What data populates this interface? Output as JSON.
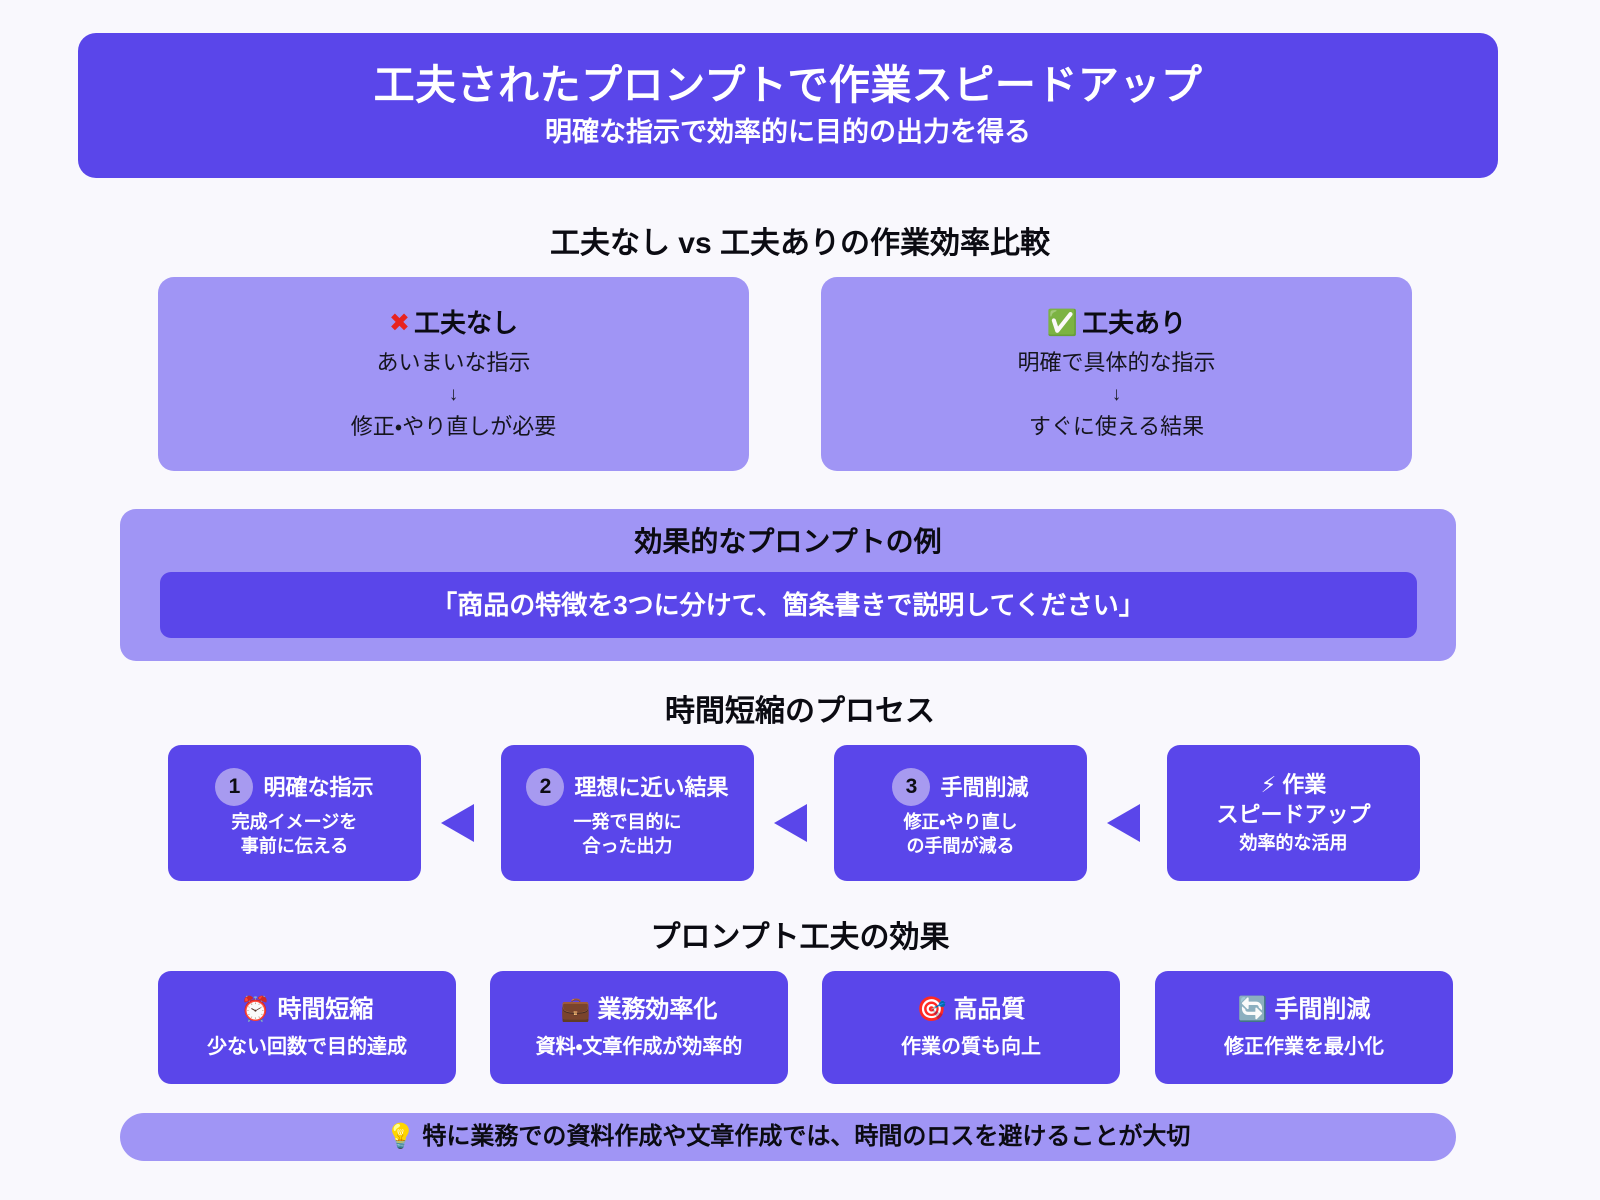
{
  "colors": {
    "background": "#f9f8fd",
    "primary_purple": "#5a46ea",
    "light_purple": "#a095f5",
    "circle_purple": "#a79af0",
    "text_dark": "#0b0b12",
    "text_light": "#ffffff",
    "mark_red": "#e8231f"
  },
  "header": {
    "title": "工夫されたプロンプトで作業スピードアップ",
    "subtitle": "明確な指示で効率的に目的の出力を得る"
  },
  "comparison": {
    "heading": "工夫なし vs 工夫ありの作業効率比較",
    "cards": [
      {
        "mark": "✖",
        "mark_icon": "cross-mark-icon",
        "title": "工夫なし",
        "line1": "あいまいな指示",
        "arrow": "↓",
        "line2": "修正・やり直しが必要"
      },
      {
        "mark": "✅",
        "mark_icon": "check-mark-icon",
        "title": "工夫あり",
        "line1": "明確で具体的な指示",
        "arrow": "↓",
        "line2": "すぐに使える結果"
      }
    ]
  },
  "prompt_example": {
    "title": "効果的なプロンプトの例",
    "example": "「商品の特徴を3つに分けて、箇条書きで説明してください」"
  },
  "process": {
    "heading": "時間短縮のプロセス",
    "arrow_glyph": "◀",
    "steps": [
      {
        "number": "1",
        "title": "明確な指示",
        "desc_line1": "完成イメージを",
        "desc_line2": "事前に伝える"
      },
      {
        "number": "2",
        "title": "理想に近い結果",
        "desc_line1": "一発で目的に",
        "desc_line2": "合った出力"
      },
      {
        "number": "3",
        "title": "手間削減",
        "desc_line1": "修正・やり直し",
        "desc_line2": "の手間が減る"
      },
      {
        "number": "",
        "emoji": "⚡",
        "emoji_icon": "lightning-bolt-icon",
        "title_line1": "作業",
        "title_line2": "スピードアップ",
        "desc_line1": "効率的な活用",
        "desc_line2": ""
      }
    ]
  },
  "effects": {
    "heading": "プロンプト工夫の効果",
    "cards": [
      {
        "emoji": "⏰",
        "emoji_icon": "alarm-clock-icon",
        "title": "時間短縮",
        "desc": "少ない回数で目的達成"
      },
      {
        "emoji": "💼",
        "emoji_icon": "briefcase-icon",
        "title": "業務効率化",
        "desc": "資料・文章作成が効率的"
      },
      {
        "emoji": "🎯",
        "emoji_icon": "target-dart-icon",
        "title": "高品質",
        "desc": "作業の質も向上"
      },
      {
        "emoji": "🔄",
        "emoji_icon": "refresh-arrows-icon",
        "title": "手間削減",
        "desc": "修正作業を最小化"
      }
    ]
  },
  "footer": {
    "emoji": "💡",
    "emoji_icon": "light-bulb-icon",
    "text": "特に業務での資料作成や文章作成では、時間のロスを避けることが大切"
  }
}
